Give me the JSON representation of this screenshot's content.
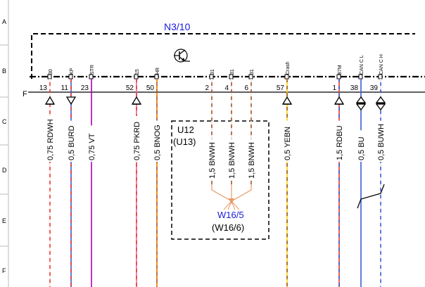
{
  "module": {
    "title": "N3/10",
    "pin_row_label": "F"
  },
  "row_markers": [
    "A",
    "B",
    "C",
    "D",
    "E",
    "F"
  ],
  "connectors": [
    {
      "pin": "13",
      "pin_name": "30",
      "wire": "0,75 RDWH",
      "arrow": "up",
      "colors": [
        "#e53935",
        "#ffffff"
      ]
    },
    {
      "pin": "11",
      "pin_name": "KP",
      "wire": "0,5 BURD",
      "arrow": "down",
      "colors": [
        "#3a5bd9",
        "#e53935"
      ]
    },
    {
      "pin": "23",
      "pin_name": "STR",
      "wire": "0,75 VT",
      "arrow": "none",
      "colors": [
        "#b000b0"
      ]
    },
    {
      "pin": "52",
      "pin_name": "15",
      "wire": "0,75 PKRD",
      "arrow": "up",
      "colors": [
        "#f06292",
        "#e53935"
      ]
    },
    {
      "pin": "50",
      "pin_name": "HR",
      "wire": "0,5 BNOG",
      "arrow": "none",
      "colors": [
        "#a0522d",
        "#ff8c00"
      ]
    },
    {
      "pin": "2",
      "pin_name": "31",
      "wire": "1,5 BNWH",
      "arrow": "none",
      "colors": [
        "#a0522d",
        "#ffffff"
      ]
    },
    {
      "pin": "4",
      "pin_name": "31",
      "wire": "1,5 BNWH",
      "arrow": "none",
      "colors": [
        "#a0522d",
        "#ffffff"
      ]
    },
    {
      "pin": "6",
      "pin_name": "31",
      "wire": "1,5 BNWH",
      "arrow": "none",
      "colors": [
        "#a0522d",
        "#ffffff"
      ]
    },
    {
      "pin": "57",
      "pin_name": "Crash",
      "wire": "0,5 YEBN",
      "arrow": "up",
      "colors": [
        "#f5d400",
        "#a0522d"
      ]
    },
    {
      "pin": "1",
      "pin_name": "87M",
      "wire": "1,5 RDBU",
      "arrow": "up",
      "colors": [
        "#e53935",
        "#3a5bd9"
      ]
    },
    {
      "pin": "38",
      "pin_name": "CAN C L",
      "wire": "0,5 BU",
      "arrow": "both",
      "colors": [
        "#3a5bd9"
      ]
    },
    {
      "pin": "39",
      "pin_name": "CAN C H",
      "wire": "0,5 BUWH",
      "arrow": "both",
      "colors": [
        "#3a5bd9",
        "#ffffff"
      ]
    }
  ],
  "ground_box": {
    "label_1": "U12",
    "label_2": "(U13)"
  },
  "ground_point": {
    "label_1": "W16/5",
    "label_2": "(W16/6)"
  },
  "colors": {
    "module_title": "#1a1adb",
    "ground_title": "#1a1adb",
    "outline": "#000000"
  },
  "icons": {
    "module_symbol": "transistor-icon"
  }
}
